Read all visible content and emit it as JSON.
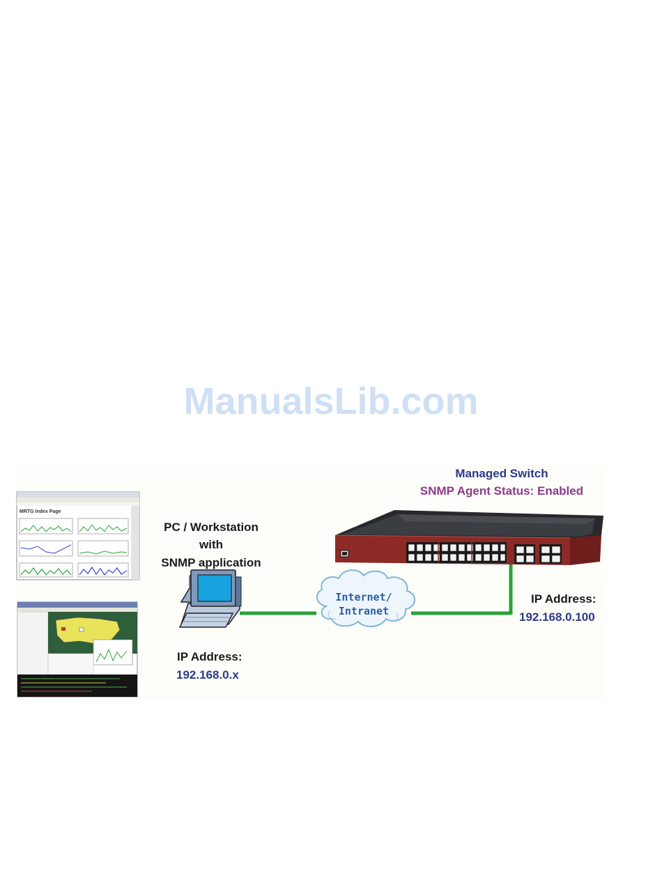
{
  "watermark": "ManualsLib.com",
  "switch": {
    "title": "Managed Switch",
    "status": "SNMP Agent Status: Enabled",
    "ip_label": "IP Address:",
    "ip_value": "192.168.0.100"
  },
  "workstation": {
    "line1": "PC / Workstation",
    "line2": "with",
    "line3": "SNMP application",
    "ip_label": "IP Address:",
    "ip_value": "192.168.0.x"
  },
  "cloud": {
    "line1": "Internet/",
    "line2": "Intranet"
  },
  "screenshots": {
    "top_title": "MRTG Index Page"
  },
  "colors": {
    "link": "#2aa336",
    "navy": "#2c3a84",
    "purple": "#8a3b8a",
    "switch_front": "#8e2a26",
    "switch_top": "#232528",
    "watermark": "#cfe0f4"
  }
}
